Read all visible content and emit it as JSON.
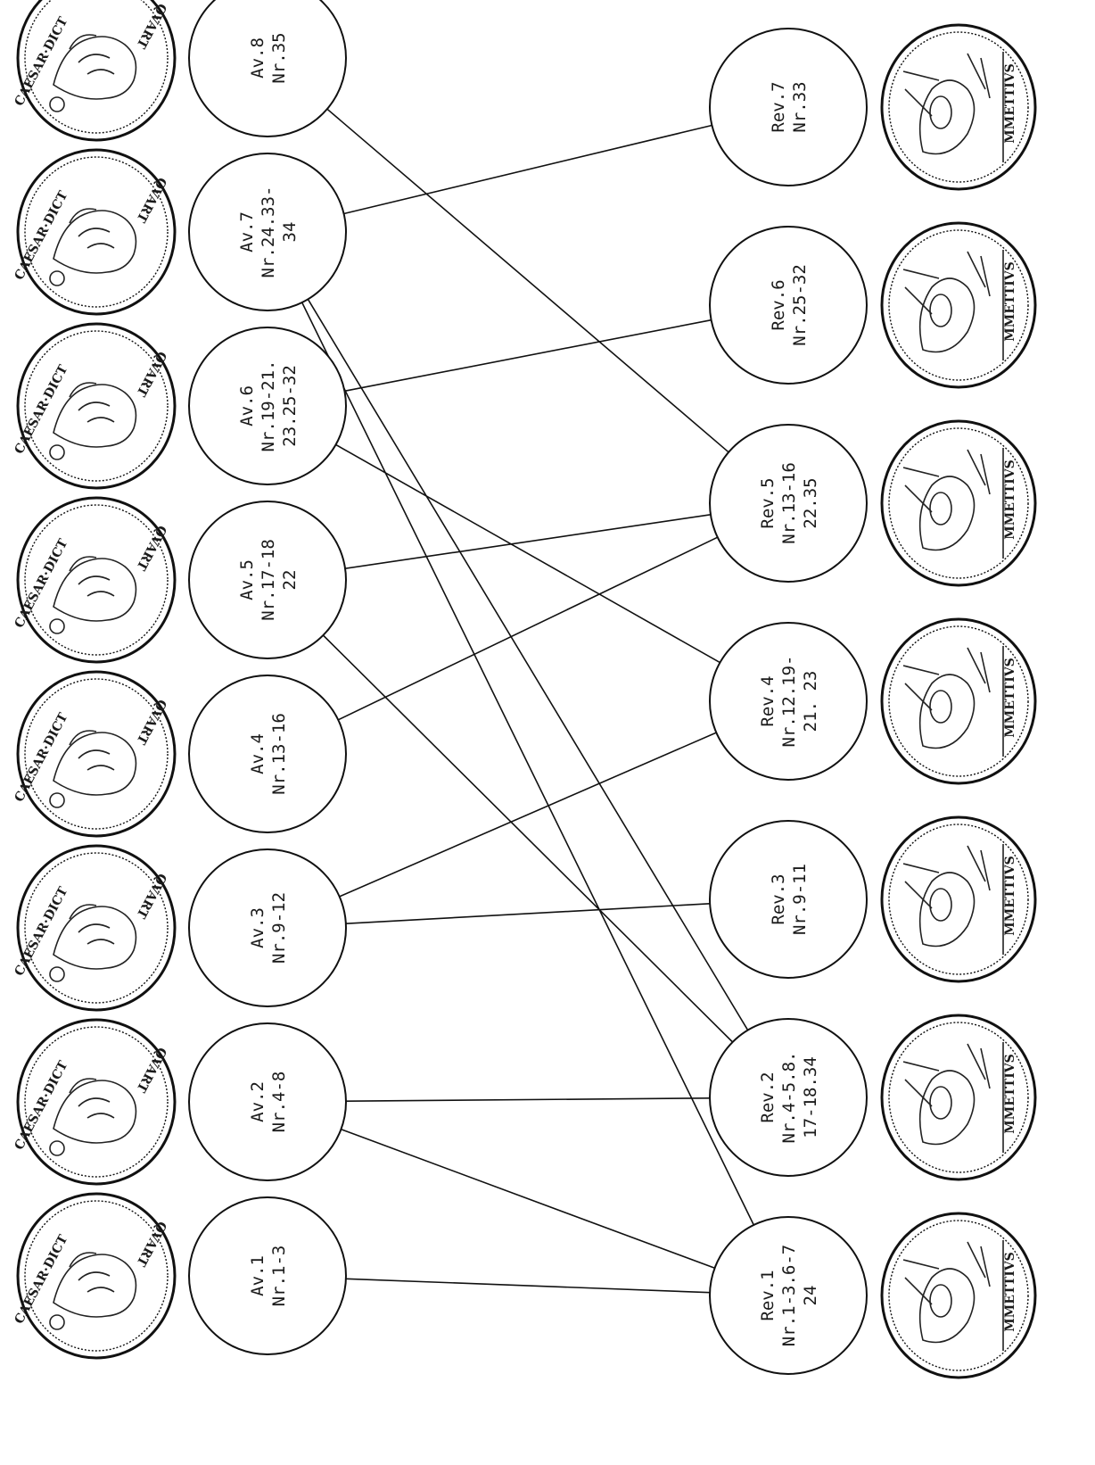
{
  "obverse_dies": [
    {
      "id": "av1",
      "lines": [
        "Av.1",
        "Nr.1-3"
      ],
      "coin_legend": "CAESAR·DICT",
      "coin_legend_top": "QVART"
    },
    {
      "id": "av2",
      "lines": [
        "Av.2",
        "Nr.4-8"
      ],
      "coin_legend": "CAESAR·DICT",
      "coin_legend_top": "QVART"
    },
    {
      "id": "av3",
      "lines": [
        "Av.3",
        "Nr.9-12"
      ],
      "coin_legend": "CAESAR·DICT",
      "coin_legend_top": "QVART"
    },
    {
      "id": "av4",
      "lines": [
        "Av.4",
        "Nr.13-16"
      ],
      "coin_legend": "CAESAR·DICT",
      "coin_legend_top": "QVART"
    },
    {
      "id": "av5",
      "lines": [
        "Av.5",
        "Nr.17-18",
        "22"
      ],
      "coin_legend": "CAESAR·DICT",
      "coin_legend_top": "QVART"
    },
    {
      "id": "av6",
      "lines": [
        "Av.6",
        "Nr.19-21.",
        "23.25-32"
      ],
      "coin_legend": "CAESAR·DICT",
      "coin_legend_top": "QVART"
    },
    {
      "id": "av7",
      "lines": [
        "Av.7",
        "Nr.24.33-",
        "34"
      ],
      "coin_legend": "CAESAR·DICT",
      "coin_legend_top": "QVART"
    },
    {
      "id": "av8",
      "lines": [
        "Av.8",
        "Nr.35"
      ],
      "coin_legend": "CAESAR·DICT",
      "coin_legend_top": "QVART"
    }
  ],
  "reverse_dies": [
    {
      "id": "rev1",
      "lines": [
        "Rev.1",
        "Nr.1-3.6-7",
        "24"
      ],
      "coin_legend": "MMETTIVS"
    },
    {
      "id": "rev2",
      "lines": [
        "Rev.2",
        "Nr.4-5.8.",
        "17-18.34"
      ],
      "coin_legend": "MMETTIVS"
    },
    {
      "id": "rev3",
      "lines": [
        "Rev.3",
        "Nr.9-11"
      ],
      "coin_legend": "MMETTIVS"
    },
    {
      "id": "rev4",
      "lines": [
        "Rev.4",
        "Nr.12.19-",
        "21.  23"
      ],
      "coin_legend": "MMETTIVS"
    },
    {
      "id": "rev5",
      "lines": [
        "Rev.5",
        "Nr.13-16",
        "22.35"
      ],
      "coin_legend": "MMETTIVS"
    },
    {
      "id": "rev6",
      "lines": [
        "Rev.6",
        "Nr.25-32"
      ],
      "coin_legend": "MMETTIVS"
    },
    {
      "id": "rev7",
      "lines": [
        "Rev.7",
        "Nr.33"
      ],
      "coin_legend": "MMETTIVS"
    }
  ],
  "links": [
    [
      "av1",
      "rev1"
    ],
    [
      "av2",
      "rev1"
    ],
    [
      "av2",
      "rev2"
    ],
    [
      "av3",
      "rev3"
    ],
    [
      "av3",
      "rev4"
    ],
    [
      "av4",
      "rev5"
    ],
    [
      "av5",
      "rev5"
    ],
    [
      "av5",
      "rev2"
    ],
    [
      "av6",
      "rev6"
    ],
    [
      "av6",
      "rev4"
    ],
    [
      "av7",
      "rev7"
    ],
    [
      "av7",
      "rev2"
    ],
    [
      "av7",
      "rev1"
    ],
    [
      "av8",
      "rev5"
    ]
  ]
}
